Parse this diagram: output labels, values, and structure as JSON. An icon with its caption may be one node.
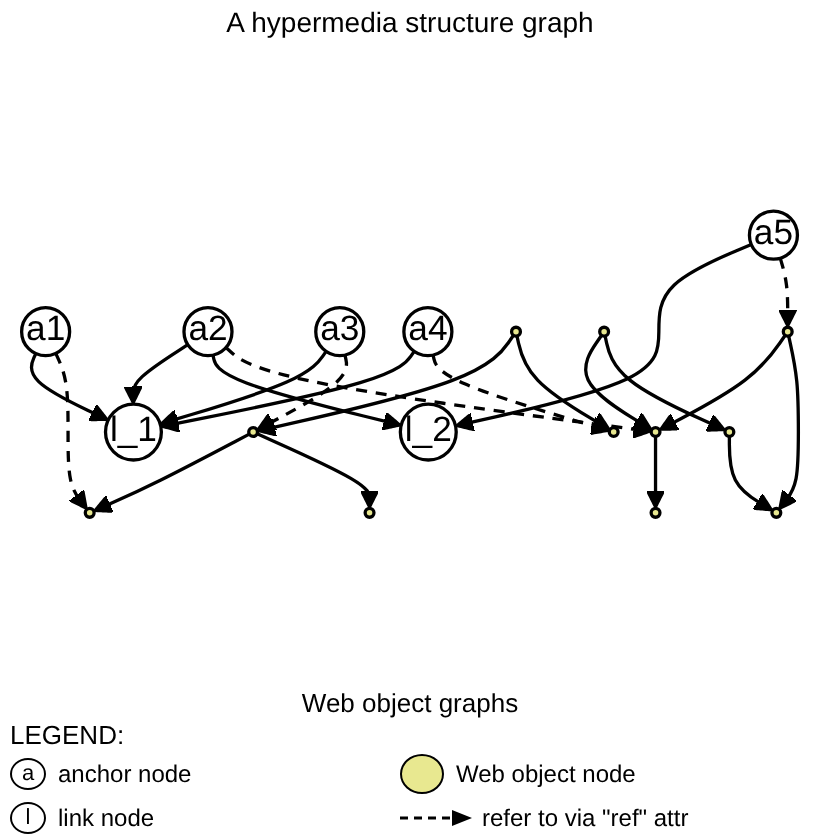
{
  "diagram": {
    "title": "A hypermedia structure graph",
    "nodes": [
      {
        "text": [
          "a1"
        ]
      },
      {
        "text": [
          "a2"
        ]
      },
      {
        "text": [
          "l_2"
        ]
      },
      {
        "text": [
          "a5"
        ]
      },
      {
        "text": [
          "l_1"
        ]
      },
      {
        "text": [
          "a3"
        ]
      },
      {
        "text": [
          "a4"
        ]
      },
      {
        "text": [],
        "shape": "circle"
      },
      {
        "text": [],
        "shape": "circle"
      },
      {
        "text": [],
        "shape": "circle"
      },
      {
        "text": [],
        "shape": "circle"
      },
      {
        "text": [],
        "shape": "circle"
      },
      {
        "text": [],
        "shape": "circle"
      },
      {
        "text": [],
        "shape": "circle"
      },
      {
        "text": [],
        "shape": "circle"
      },
      {
        "text": [],
        "shape": "circle"
      },
      {
        "text": [],
        "shape": "circle"
      },
      {
        "text": [],
        "shape": "circle"
      }
    ],
    "edges": [
      {
        "from": 0,
        "to": 4,
        "arrow": "to"
      },
      {
        "from": 1,
        "to": 4,
        "arrow": "to"
      },
      {
        "from": 1,
        "to": 2,
        "arrow": "to"
      },
      {
        "from": 3,
        "to": 2,
        "arrow": "to"
      },
      {
        "from": 5,
        "to": 4,
        "arrow": "to"
      },
      {
        "from": 6,
        "to": 4,
        "arrow": "to"
      },
      {
        "from": 0,
        "to": 15,
        "arrow": "to",
        "style": "dashed"
      },
      {
        "from": 1,
        "to": 8,
        "arrow": "to",
        "style": "dashed"
      },
      {
        "from": 3,
        "to": 13,
        "arrow": "to",
        "style": "dashed"
      },
      {
        "from": 5,
        "to": 10,
        "arrow": "to",
        "style": "dashed"
      },
      {
        "from": 6,
        "to": 11,
        "arrow": "to",
        "style": "dashed"
      },
      {
        "from": 7,
        "to": 10,
        "arrow": "to"
      },
      {
        "from": 7,
        "to": 11,
        "arrow": "to"
      },
      {
        "from": 9,
        "to": 8,
        "arrow": "to"
      },
      {
        "from": 8,
        "to": 12,
        "arrow": "to"
      },
      {
        "from": 9,
        "to": 14,
        "arrow": "to"
      },
      {
        "from": 13,
        "to": 8,
        "arrow": "to"
      },
      {
        "from": 10,
        "to": 15,
        "arrow": "to"
      },
      {
        "from": 10,
        "to": 16,
        "arrow": "to"
      },
      {
        "from": 13,
        "to": 17,
        "arrow": "to"
      },
      {
        "from": 14,
        "to": 17,
        "arrow": "to"
      }
    ],
    "labels": [
      "Web object graphs",
      "LEGEND:",
      "a",
      "l"
    ],
    "legend": [
      {
        "text": "anchor node"
      },
      {
        "text": "Web object node",
        "color": "#e8e890"
      },
      {
        "text": "link node"
      },
      {
        "text": "refer to via \"ref\" attr"
      }
    ]
  }
}
